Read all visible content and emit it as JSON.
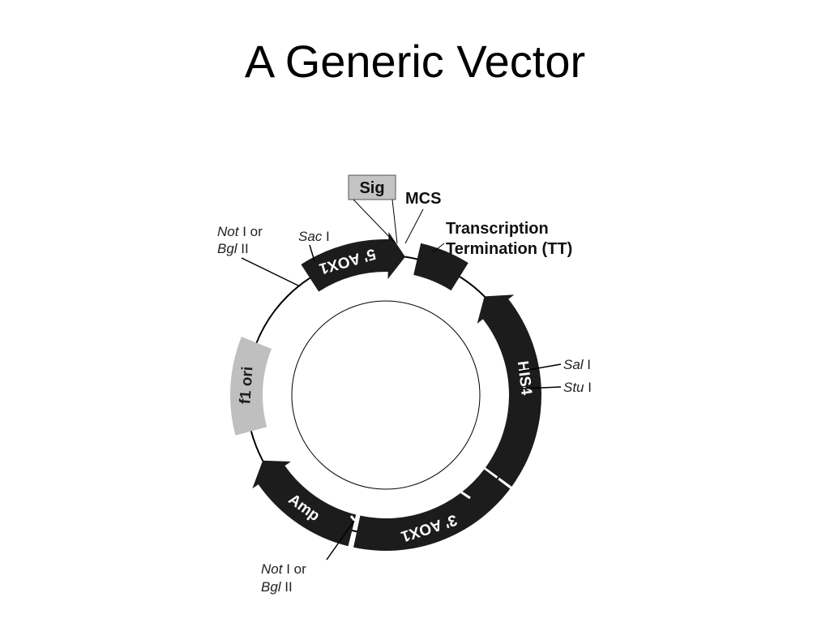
{
  "title": "A Generic Vector",
  "colors": {
    "feature": "#1c1c1c",
    "ori": "#bfbfbf",
    "sig_box": "#c4c4c4",
    "label_light": "#ffffff",
    "label_dark": "#1c1c1c"
  },
  "segments": {
    "aox5": "5' AOX1",
    "his4": "HIS4",
    "aox3": "3' AOX1",
    "amp": "Amp",
    "f1ori": "f1 ori"
  },
  "callouts": {
    "sig": "Sig",
    "mcs": "MCS",
    "tt_line1": "Transcription",
    "tt_line2": "Termination (TT)"
  },
  "sites": {
    "top_left": {
      "enzyme1": "Not",
      "suffix1": " I or",
      "enzyme2": "Bgl",
      "suffix2": " II"
    },
    "sac": {
      "enzyme": "Sac",
      "suffix": " I"
    },
    "sal": {
      "enzyme": "Sal",
      "suffix": " I"
    },
    "stu": {
      "enzyme": "Stu",
      "suffix": " I"
    },
    "bottom": {
      "enzyme1": "Not",
      "suffix1": " I or",
      "enzyme2": "Bgl",
      "suffix2": " II"
    }
  }
}
